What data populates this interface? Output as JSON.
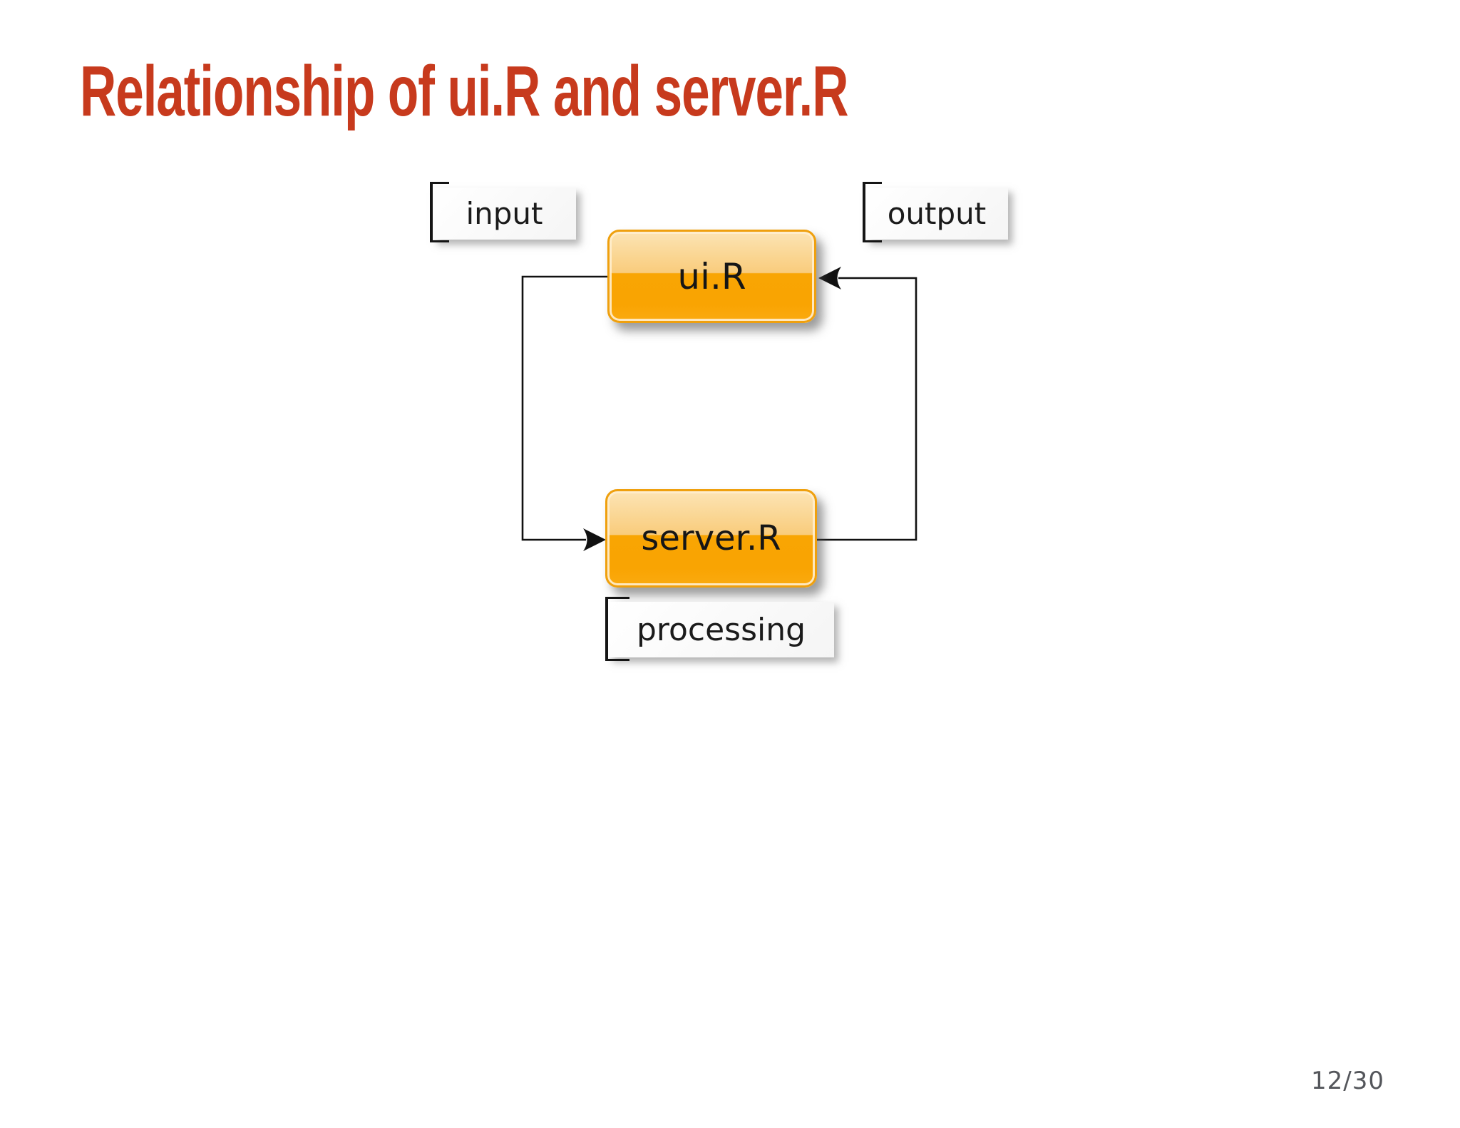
{
  "slide": {
    "title": "Relationship of ui.R and server.R",
    "page_indicator": "12/30",
    "title_color": "#c73a1d",
    "background_color": "#ffffff"
  },
  "diagram": {
    "nodes": [
      {
        "id": "ui",
        "label": "ui.R"
      },
      {
        "id": "server",
        "label": "server.R"
      }
    ],
    "annotations": [
      {
        "id": "input",
        "text": "input"
      },
      {
        "id": "output",
        "text": "output"
      },
      {
        "id": "processing",
        "text": "processing"
      }
    ],
    "edges": [
      {
        "from": "ui.R",
        "to": "server.R",
        "side": "left"
      },
      {
        "from": "server.R",
        "to": "ui.R",
        "side": "right"
      }
    ],
    "colors": {
      "node_border": "#efa00e",
      "node_fill_top": "#fce4b4",
      "node_fill_bottom": "#f9a402",
      "edge_stroke": "#111111",
      "annotation_text": "#1b1b1b",
      "page_number": "#54565b"
    }
  }
}
